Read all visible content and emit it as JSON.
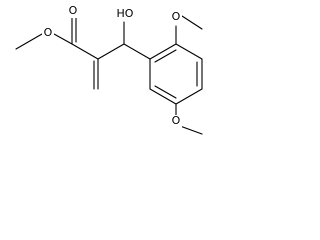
{
  "molecule": {
    "atom_labels": {
      "ester_carbonyl_oxygen": "O",
      "ester_ether_oxygen": "O",
      "hydroxyl": "HO",
      "methoxy_oxygen_upper": "O",
      "methoxy_oxygen_lower": "O"
    },
    "colors": {
      "bond": "#000000",
      "label": "#000000",
      "background": "#ffffff"
    }
  }
}
